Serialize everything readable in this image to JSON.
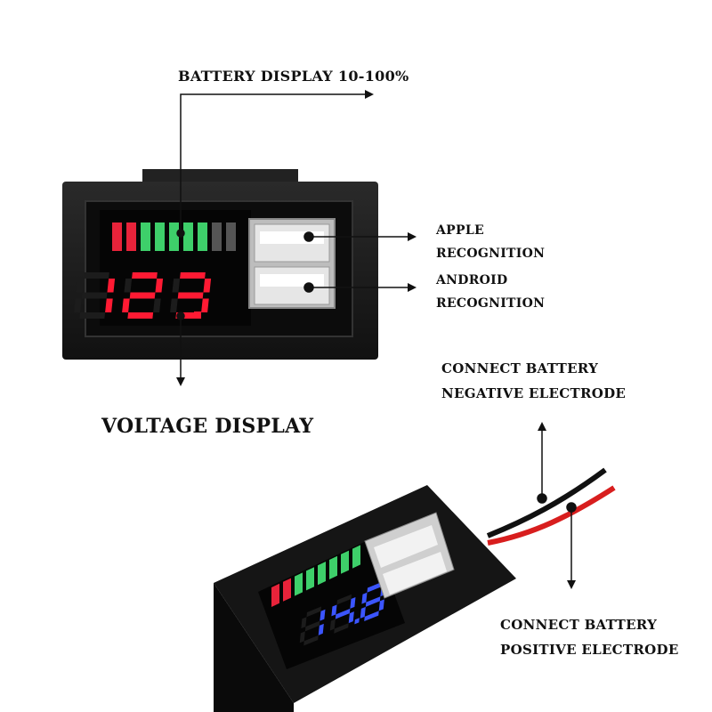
{
  "labels": {
    "battery_display": "BATTERY DISPLAY 10-100%",
    "apple_line1": "APPLE",
    "apple_line2": "RECOGNITION",
    "android_line1": "ANDROID",
    "android_line2": "RECOGNITION",
    "voltage_display": "VOLTAGE DISPLAY",
    "negative_line1": "CONNECT BATTERY",
    "negative_line2": "NEGATIVE ELECTRODE",
    "positive_line1": "CONNECT BATTERY",
    "positive_line2": "POSITIVE ELECTRODE"
  },
  "device_front": {
    "readout": "12.3",
    "readout_color": "#ff1a33",
    "bar_colors": [
      "#e8233a",
      "#e8233a",
      "#3ecf6a",
      "#3ecf6a",
      "#3ecf6a",
      "#3ecf6a",
      "#3ecf6a",
      "#555555",
      "#555555"
    ]
  },
  "device_angled": {
    "readout": "14.8",
    "readout_color": "#3b55ff",
    "bar_colors": [
      "#e8233a",
      "#e8233a",
      "#3ecf6a",
      "#3ecf6a",
      "#3ecf6a",
      "#3ecf6a",
      "#3ecf6a",
      "#3ecf6a"
    ]
  },
  "colors": {
    "housing": "#1a1a1a",
    "usb_metal": "#c9c9c9",
    "wire_red": "#d81e1e",
    "wire_black": "#111111"
  }
}
